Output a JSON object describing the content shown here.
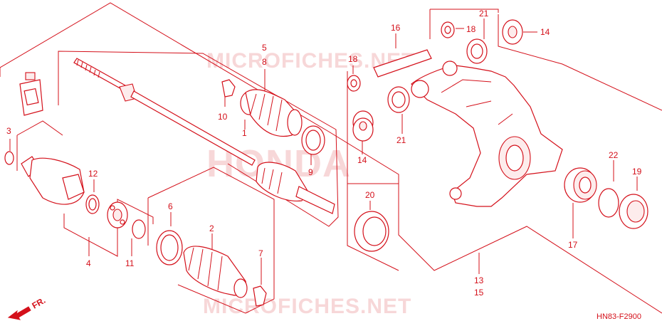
{
  "watermarks": {
    "top": "MICROFICHES.NET",
    "center": "HONDA",
    "bottom": "MICROFICHES.NET"
  },
  "callouts": {
    "n1": "1",
    "n2": "2",
    "n3": "3",
    "n4": "4",
    "n5": "5",
    "n6": "6",
    "n7": "7",
    "n8": "8",
    "n9": "9",
    "n10": "10",
    "n11": "11",
    "n12": "12",
    "n13": "13",
    "n14a": "14",
    "n14b": "14",
    "n15": "15",
    "n16": "16",
    "n17": "17",
    "n18a": "18",
    "n18b": "18",
    "n19": "19",
    "n20": "20",
    "n21a": "21",
    "n21b": "21",
    "n22": "22"
  },
  "front_marker": "FR.",
  "diagram_code": "HN83-F2900",
  "colors": {
    "line": "#d4101a",
    "watermark": "#f4c2c4",
    "background": "#ffffff"
  }
}
